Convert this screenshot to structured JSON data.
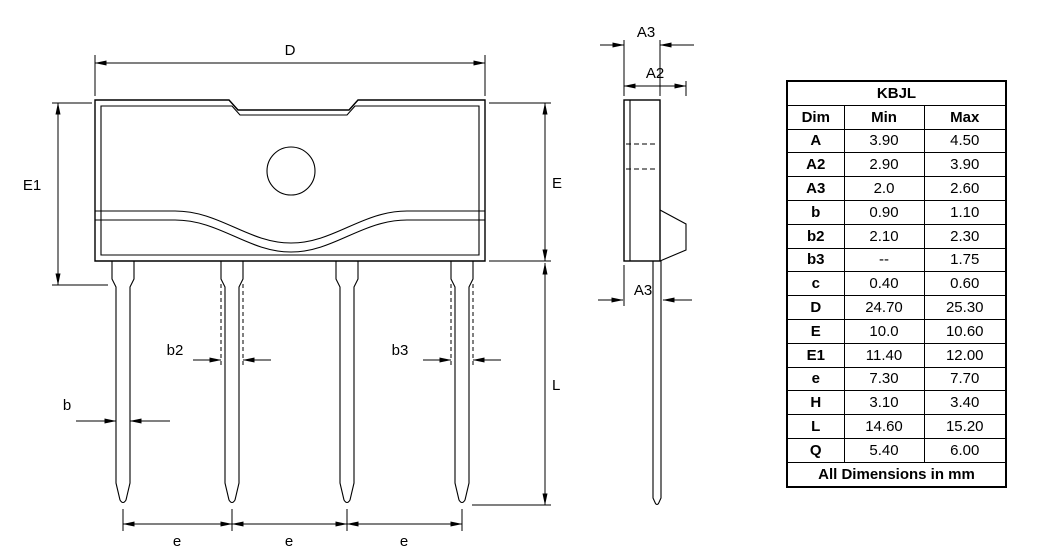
{
  "colors": {
    "line": "#000000",
    "background": "#ffffff"
  },
  "drawing": {
    "labels": {
      "D": "D",
      "E1": "E1",
      "E": "E",
      "L": "L",
      "b": "b",
      "b2": "b2",
      "b3": "b3",
      "e": "e",
      "A2": "A2",
      "A3": "A3"
    }
  },
  "table": {
    "title": "KBJL",
    "col_headers": [
      "Dim",
      "Min",
      "Max"
    ],
    "rows": [
      [
        "A",
        "3.90",
        "4.50"
      ],
      [
        "A2",
        "2.90",
        "3.90"
      ],
      [
        "A3",
        "2.0",
        "2.60"
      ],
      [
        "b",
        "0.90",
        "1.10"
      ],
      [
        "b2",
        "2.10",
        "2.30"
      ],
      [
        "b3",
        "--",
        "1.75"
      ],
      [
        "c",
        "0.40",
        "0.60"
      ],
      [
        "D",
        "24.70",
        "25.30"
      ],
      [
        "E",
        "10.0",
        "10.60"
      ],
      [
        "E1",
        "11.40",
        "12.00"
      ],
      [
        "e",
        "7.30",
        "7.70"
      ],
      [
        "H",
        "3.10",
        "3.40"
      ],
      [
        "L",
        "14.60",
        "15.20"
      ],
      [
        "Q",
        "5.40",
        "6.00"
      ]
    ],
    "footer": "All Dimensions in mm"
  }
}
